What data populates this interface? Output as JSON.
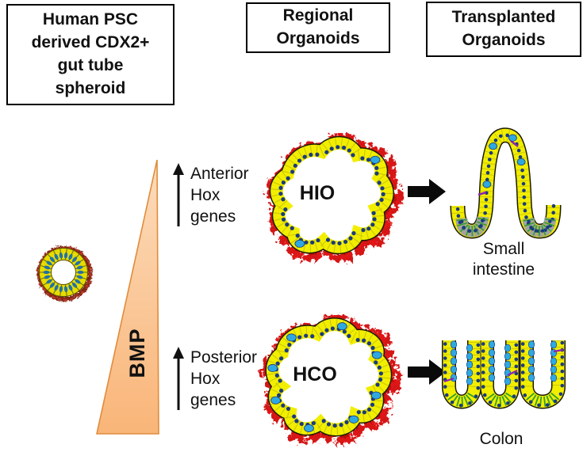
{
  "headers": {
    "psc_box": {
      "lines": [
        "Human PSC",
        "derived CDX2+",
        "gut tube",
        "spheroid"
      ]
    },
    "regional_box": {
      "lines": [
        "Regional",
        "Organoids"
      ]
    },
    "transplanted_box": {
      "lines": [
        "Transplanted",
        "Organoids"
      ]
    }
  },
  "gradient": {
    "label": "BMP"
  },
  "axis_labels": {
    "anterior": {
      "lines": [
        "Anterior",
        "Hox",
        "genes"
      ]
    },
    "posterior": {
      "lines": [
        "Posterior",
        "Hox",
        "genes"
      ]
    }
  },
  "organoids": {
    "hio": {
      "label": "HIO"
    },
    "hco": {
      "label": "HCO"
    }
  },
  "results": {
    "small_intestine": {
      "lines": [
        "Small",
        "intestine"
      ]
    },
    "colon": {
      "label": "Colon"
    }
  },
  "colors": {
    "epithelium_yellow": "#F2EE00",
    "epithelium_outline": "#1A1A00",
    "cell_divider_olive": "#c9c400",
    "mesenchyme_red": "#E01414",
    "mesenchyme_dark_red": "#B51010",
    "goblet_cyan": "#2FA8E0",
    "nucleus_navy": "#1A3A7E",
    "crypt_gray": "#A2A2A2",
    "crypt_green": "#2F9E2F",
    "paneth_purple": "#8E24AA",
    "gradient_peach_light": "#FCDCBC",
    "gradient_peach_dark": "#F9B578",
    "gradient_border": "#E08C3C",
    "spheroid_outer_maroon": "#7E2817"
  }
}
